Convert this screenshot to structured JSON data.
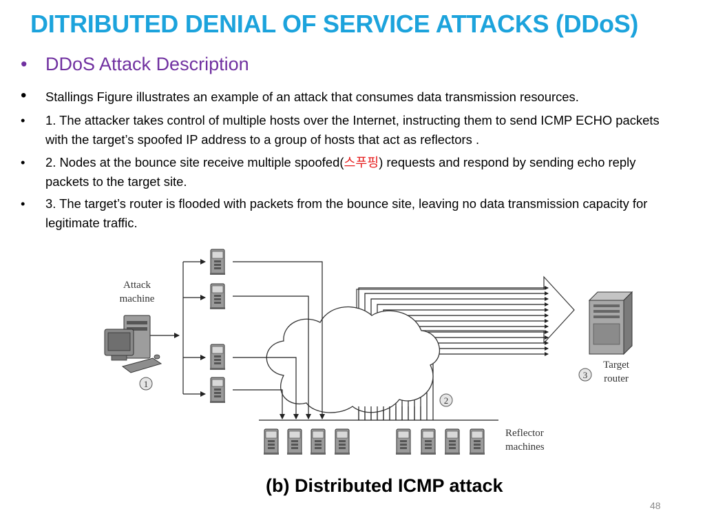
{
  "slide": {
    "title": "DITRIBUTED DENIAL OF SERVICE ATTACKS (DDoS)",
    "subtitle": "DDoS Attack Description",
    "bullets": [
      {
        "text": " Stallings Figure illustrates an example of an attack that consumes data transmission resources."
      },
      {
        "text": "1. The attacker takes control of multiple hosts over the Internet, instructing them to send ICMP ECHO packets with the target’s spoofed IP address to a group of hosts that act as reflectors ."
      },
      {
        "before": " 2. Nodes at the bounce site receive multiple spoofed(",
        "korean": "스푸핑",
        "after": ") requests and respond by sending echo reply packets to the target site."
      },
      {
        "text": "3. The target’s router is flooded with packets from the bounce site, leaving no data transmission capacity for legitimate traffic."
      }
    ],
    "bullet_symbol": "•",
    "caption": "(b) Distributed ICMP attack",
    "page_number": "48"
  },
  "diagram": {
    "attack_label_line1": "Attack",
    "attack_label_line2": "machine",
    "target_label_line1": "Target",
    "target_label_line2": "router",
    "reflector_label_line1": "Reflector",
    "reflector_label_line2": "machines",
    "step1": "1",
    "step2": "2",
    "step3": "3"
  },
  "colors": {
    "title": "#1ca3dc",
    "subtitle": "#7030a0",
    "highlight": "#e61c1c"
  }
}
